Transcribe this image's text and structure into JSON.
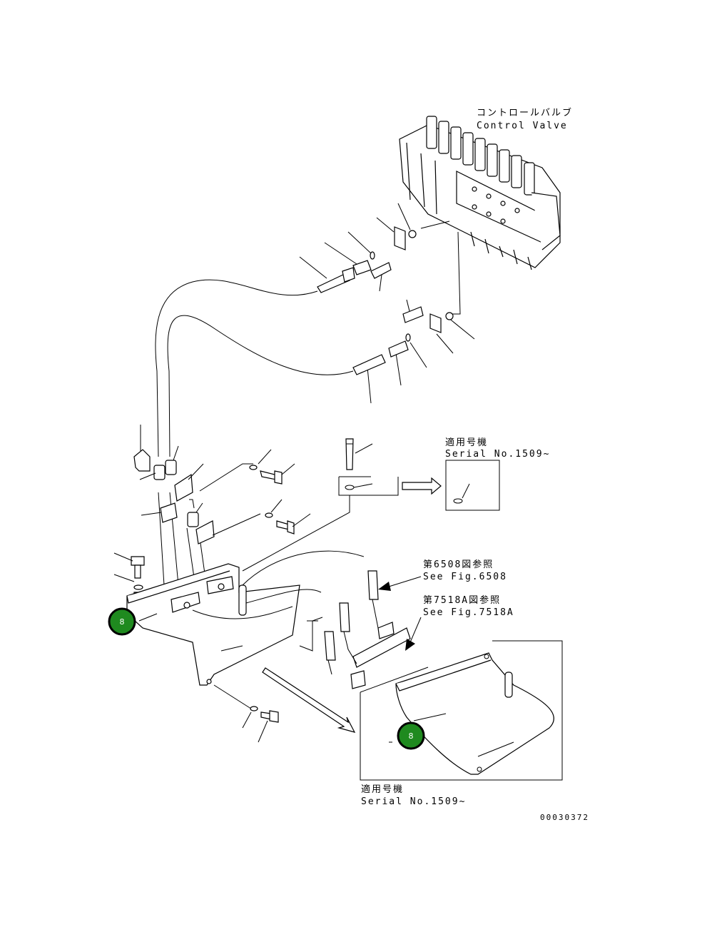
{
  "labels": {
    "control_valve_jp": "コントロールバルブ",
    "control_valve_en": "Control Valve",
    "serial_top_jp": "適用号機",
    "serial_top_en": "Serial No.1509~",
    "fig6508_jp": "第6508図参照",
    "fig6508_en": "See Fig.6508",
    "fig7518_jp": "第7518A図参照",
    "fig7518_en": "See Fig.7518A",
    "serial_bottom_jp": "適用号機",
    "serial_bottom_en": "Serial No.1509~",
    "drawing_number": "00030372"
  },
  "badges": [
    {
      "label": "8"
    },
    {
      "label": "8"
    }
  ]
}
